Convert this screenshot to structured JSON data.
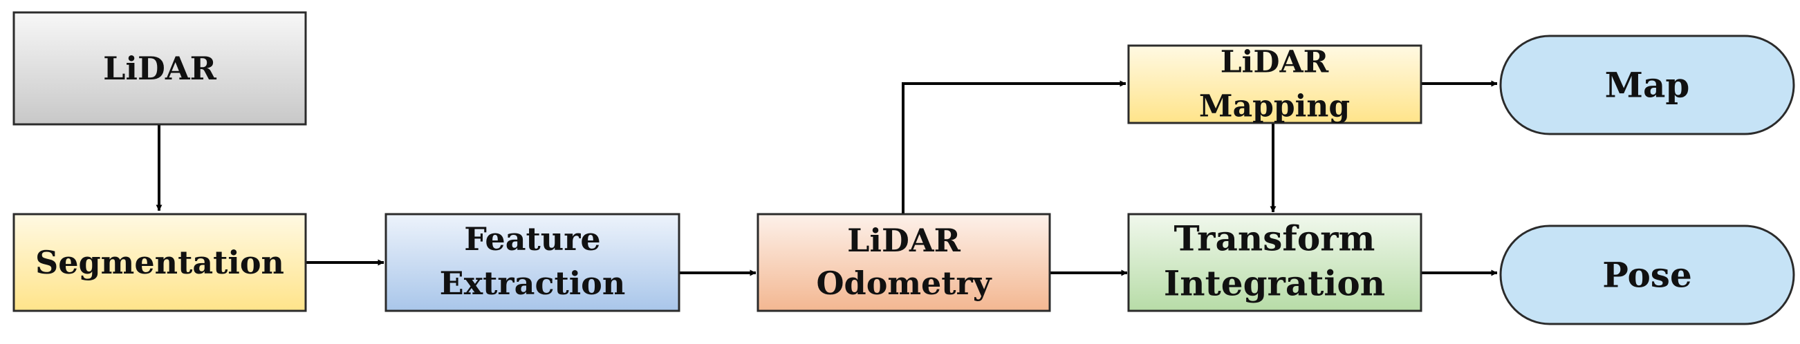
{
  "diagram": {
    "nodes": {
      "lidar": {
        "lines": [
          "LiDAR"
        ]
      },
      "segmentation": {
        "lines": [
          "Segmentation"
        ]
      },
      "feature": {
        "lines": [
          "Feature",
          "Extraction"
        ]
      },
      "odometry": {
        "lines": [
          "LiDAR",
          "Odometry"
        ]
      },
      "mapping": {
        "lines": [
          "LiDAR",
          "Mapping"
        ]
      },
      "transform": {
        "lines": [
          "Transform",
          "Integration"
        ]
      },
      "map": {
        "lines": [
          "Map"
        ]
      },
      "pose": {
        "lines": [
          "Pose"
        ]
      }
    },
    "edges": [
      {
        "from": "lidar",
        "to": "segmentation"
      },
      {
        "from": "segmentation",
        "to": "feature"
      },
      {
        "from": "feature",
        "to": "odometry"
      },
      {
        "from": "odometry",
        "to": "mapping"
      },
      {
        "from": "odometry",
        "to": "transform"
      },
      {
        "from": "mapping",
        "to": "map"
      },
      {
        "from": "mapping",
        "to": "transform"
      },
      {
        "from": "transform",
        "to": "pose"
      }
    ],
    "colors": {
      "gray": [
        "#f7f7f7",
        "#c8c8c8"
      ],
      "yellow": [
        "#fff9e3",
        "#ffe48a"
      ],
      "blue": [
        "#edf3fb",
        "#a9c6ea"
      ],
      "orange": [
        "#fdf1ea",
        "#f3b791"
      ],
      "green": [
        "#f1f8ed",
        "#b7dca7"
      ],
      "terminal": "#c6e3f6",
      "line": "#000000",
      "text": "#111111"
    }
  }
}
